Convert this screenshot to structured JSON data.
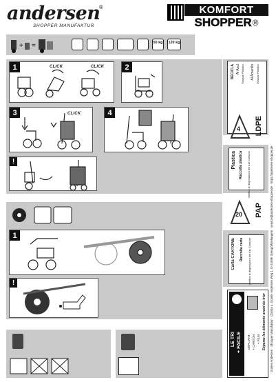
{
  "brand": {
    "logo_text": "andersen",
    "logo_registered": "®",
    "tagline": "SHOPPER MANUFAKTUR",
    "product_line1": "KOMFORT",
    "product_line2": "SHOPPER",
    "product_registered": "®"
  },
  "specs": {
    "max_load_1": "50 kg",
    "max_load_2": "120 kg"
  },
  "steps": {
    "s1": "1",
    "s2": "2",
    "s3": "3",
    "s4": "4",
    "warn": "!",
    "wheel_step": "1",
    "wheel_warn": "!"
  },
  "sounds": {
    "click": "CLICK"
  },
  "recycling": {
    "ldpe_code": "4",
    "ldpe_label": "LDPE",
    "pap_code": "20",
    "pap_label": "PAP",
    "box1_lines": [
      "BÉCICLA",
      "Al Azul",
      "Envase Plástico",
      "Al Amarillo",
      "Envase Plástico"
    ],
    "box2_title": "Plastica",
    "box2_sub": "Raccolta plastica",
    "box2_note": "Verifica le disposizioni del tuo Comune",
    "box3_title": "Carta CARTONE",
    "box3_sub": "Raccolta carta",
    "box3_note": "Verifica le disposizioni del tuo Comune",
    "triman_line1": "LE TRI",
    "triman_line2": "+ FACILE",
    "triman_detail1": "DÉPLIANT",
    "triman_detail2": "+ CARTON",
    "triman_detail3": "+ FILM",
    "triman_slogan": "Séparez les éléments avant de trier"
  },
  "footer": {
    "address": "Günter Andersen · Shopper Manufaktur · Christa u. Günter Andersen Weg 1, D-24996 Sterup/Mittelangeln · service@andersen-shopper.de · https://andersen-shopper.de"
  },
  "colors": {
    "panel_gray": "#c9c9c9",
    "dark": "#111111"
  }
}
